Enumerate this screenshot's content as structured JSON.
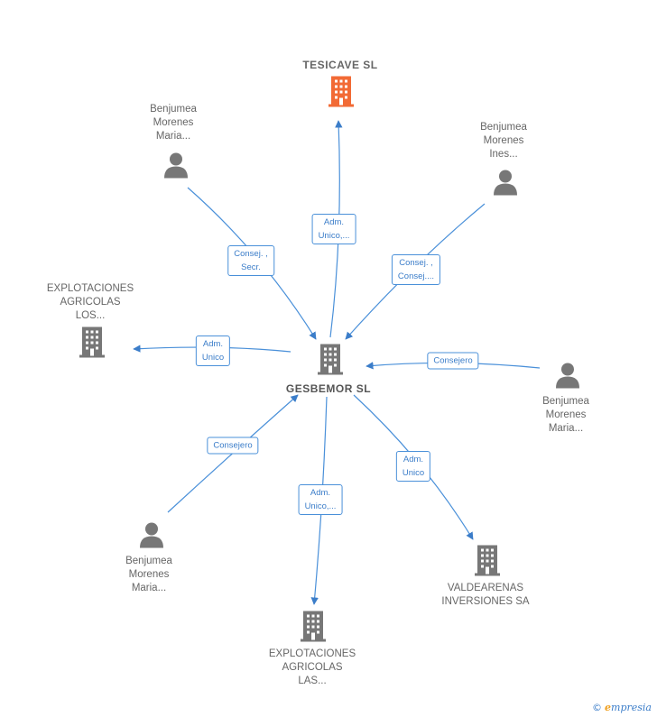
{
  "colors": {
    "edge": "#4a90d9",
    "building_default": "#777777",
    "building_focus": "#f26a35",
    "person": "#777777"
  },
  "nodes": {
    "tesicave": {
      "label": "TESICAVE  SL",
      "icon": "building-icon"
    },
    "gesbemor": {
      "label": "GESBEMOR SL",
      "icon": "building-icon"
    },
    "p1": {
      "label": "Benjumea\nMorenes\nMaria...",
      "icon": "person-icon"
    },
    "p2": {
      "label": "Benjumea\nMorenes\nInes...",
      "icon": "person-icon"
    },
    "p3": {
      "label": "Benjumea\nMorenes\nMaria...",
      "icon": "person-icon"
    },
    "p4": {
      "label": "Benjumea\nMorenes\nMaria...",
      "icon": "person-icon"
    },
    "expl_los": {
      "label": "EXPLOTACIONES\nAGRICOLAS\nLOS...",
      "icon": "building-icon"
    },
    "expl_las": {
      "label": "EXPLOTACIONES\nAGRICOLAS\nLAS...",
      "icon": "building-icon"
    },
    "valdearenas": {
      "label": "VALDEARENAS\nINVERSIONES SA",
      "icon": "building-icon"
    }
  },
  "edges": {
    "gesbemor_tesicave": "Adm.\nUnico,...",
    "p1_gesbemor": "Consej. ,\nSecr.",
    "p2_gesbemor": "Consej. ,\nConsej....",
    "gesbemor_expl_los": "Adm.\nUnico",
    "p3_gesbemor": "Consejero",
    "p4_gesbemor": "Consejero",
    "gesbemor_expl_las": "Adm.\nUnico,...",
    "gesbemor_valdearenas": "Adm.\nUnico"
  },
  "brand": {
    "copyright": "©",
    "name": "mpresia",
    "initial": "e"
  }
}
